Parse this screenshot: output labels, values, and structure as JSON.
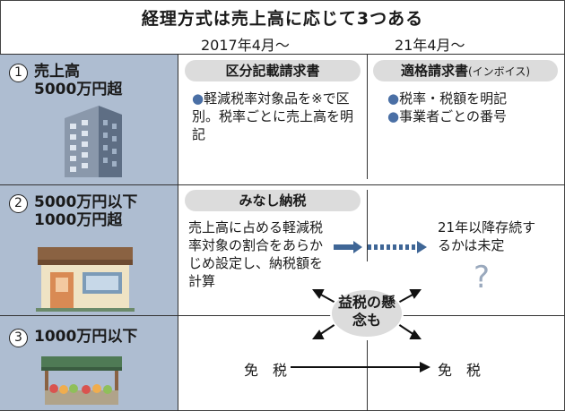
{
  "title": "経理方式は売上高に応じて3つある",
  "periods": [
    "2017年4月～",
    "21年4月～"
  ],
  "rows": [
    {
      "number": "1",
      "label_lines": [
        "売上高",
        "5000万円超"
      ],
      "current_heading": "区分記載請求書",
      "current_bullet": "軽減税率対象品を※で区別。税率ごとに売上高を明記",
      "future_heading": "適格請求書",
      "future_heading_note": "(インボイス)",
      "future_bullets": [
        "税率・税額を明記",
        "事業者ごとの番号"
      ]
    },
    {
      "number": "2",
      "label_lines": [
        "5000万円以下",
        "1000万円超"
      ],
      "current_heading": "みなし納税",
      "current_text": "売上高に占める軽減税率対象の割合をあらかじめ設定し、納税額を計算",
      "future_text": "21年以降存続するかは未定",
      "question_mark": "?"
    },
    {
      "number": "3",
      "label_lines": [
        "1000万円以下"
      ],
      "current_text": "免　税",
      "future_text": "免　税"
    }
  ],
  "callout": "益税の懸念も",
  "colors": {
    "row_label_bg": "#aebdd1",
    "accent": "#3f6696",
    "pill_bg": "#dcdcdc"
  }
}
